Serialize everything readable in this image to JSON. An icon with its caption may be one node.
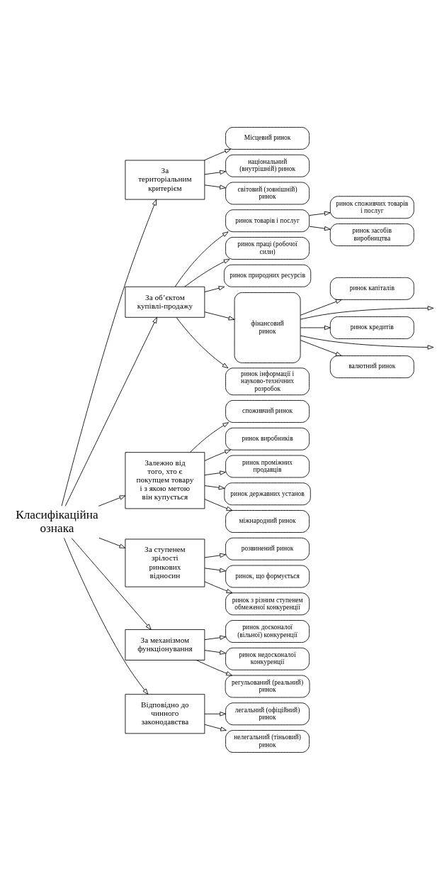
{
  "diagram": {
    "nodes": [
      {
        "text": [
          "Класифікаційна ознака"
        ]
      },
      {
        "text": [
          "За територіальним критерієм"
        ]
      },
      {
        "text": [
          "Місцевий ринок"
        ]
      },
      {
        "text": [
          "національний (внутрішній) ринок"
        ]
      },
      {
        "text": [
          "світовий (зовнішній) ринок"
        ]
      },
      {
        "text": [
          "За об’єктом купівлі-продажу"
        ]
      },
      {
        "text": [
          "ринок товарів і послуг"
        ]
      },
      {
        "text": [
          "ринок споживчих товарів і послуг"
        ]
      },
      {
        "text": [
          "ринок засобів виробництва"
        ]
      },
      {
        "text": [
          "ринок праці (робочої сили)"
        ]
      },
      {
        "text": [
          "ринок природних ресурсів"
        ]
      },
      {
        "text": [
          "фінансовий ринок"
        ]
      },
      {
        "text": [
          "ринок капіталів"
        ]
      },
      {
        "text": [
          "ринок кредитів"
        ]
      },
      {
        "text": [
          "валютний ринок"
        ]
      },
      {
        "text": [
          "ринок інформації і науково-технічних розробок"
        ]
      },
      {
        "text": [
          "Залежно від того, хто є покупцем товару і з якою метою він купується"
        ]
      },
      {
        "text": [
          "споживчий ринок"
        ]
      },
      {
        "text": [
          "ринок виробників"
        ]
      },
      {
        "text": [
          "ринок проміжних продавців"
        ]
      },
      {
        "text": [
          "ринок державних установ"
        ]
      },
      {
        "text": [
          "міжнародний ринок"
        ]
      },
      {
        "text": [
          "За ступенем зрілості ринкових відносин"
        ]
      },
      {
        "text": [
          "розвинений ринок"
        ]
      },
      {
        "text": [
          "ринок, що формується"
        ]
      },
      {
        "text": [
          "ринок з різним ступенем обмеженої конкуренції"
        ]
      },
      {
        "text": [
          "За механізмом функціонування"
        ]
      },
      {
        "text": [
          "ринок досконалої (вільної) конкуренції"
        ]
      },
      {
        "text": [
          "ринок недосконалої конкуренції"
        ]
      },
      {
        "text": [
          "регульований (реальний) ринок"
        ]
      },
      {
        "text": [
          "Відповідно до чинного законодавства"
        ]
      },
      {
        "text": [
          "легальний (офіційний) ринок"
        ]
      },
      {
        "text": [
          "нелегальний (тіньовий) ринок"
        ]
      }
    ],
    "edges": [
      {
        "from": 0,
        "to": 1,
        "arrow": "to"
      },
      {
        "from": 1,
        "to": 2,
        "arrow": "to"
      },
      {
        "from": 1,
        "to": 3,
        "arrow": "to"
      },
      {
        "from": 1,
        "to": 4,
        "arrow": "to"
      },
      {
        "from": 0,
        "to": 5,
        "arrow": "to"
      },
      {
        "from": 5,
        "to": 6,
        "arrow": "to"
      },
      {
        "from": 6,
        "to": 7,
        "arrow": "to"
      },
      {
        "from": 6,
        "to": 8,
        "arrow": "to"
      },
      {
        "from": 5,
        "to": 9,
        "arrow": "to"
      },
      {
        "from": 5,
        "to": 10,
        "arrow": "to"
      },
      {
        "from": 5,
        "to": 11,
        "arrow": "to"
      },
      {
        "from": 11,
        "to": 12,
        "arrow": "to"
      },
      {
        "from": 11,
        "to": null,
        "arrow": "to"
      },
      {
        "from": 11,
        "to": 13,
        "arrow": "to"
      },
      {
        "from": 11,
        "to": null,
        "arrow": "to"
      },
      {
        "from": 11,
        "to": 14,
        "arrow": "to"
      },
      {
        "from": 5,
        "to": 15,
        "arrow": "to"
      },
      {
        "from": 0,
        "to": 16,
        "arrow": "to"
      },
      {
        "from": 16,
        "to": 17,
        "arrow": "to"
      },
      {
        "from": 16,
        "to": 18,
        "arrow": "to"
      },
      {
        "from": 16,
        "to": 19,
        "arrow": "to"
      },
      {
        "from": 16,
        "to": 20,
        "arrow": "to"
      },
      {
        "from": 16,
        "to": 21,
        "arrow": "to"
      },
      {
        "from": 0,
        "to": 22,
        "arrow": "to"
      },
      {
        "from": 22,
        "to": 23,
        "arrow": "to"
      },
      {
        "from": 22,
        "to": 24,
        "arrow": "to"
      },
      {
        "from": 22,
        "to": 25,
        "arrow": "to"
      },
      {
        "from": 0,
        "to": 26,
        "arrow": "to"
      },
      {
        "from": 26,
        "to": 27,
        "arrow": "to"
      },
      {
        "from": 26,
        "to": 28,
        "arrow": "to"
      },
      {
        "from": 26,
        "to": 29,
        "arrow": "to"
      },
      {
        "from": 0,
        "to": 30,
        "arrow": "to"
      },
      {
        "from": 30,
        "to": 31,
        "arrow": "to"
      },
      {
        "from": 30,
        "to": 32,
        "arrow": "to"
      }
    ]
  }
}
